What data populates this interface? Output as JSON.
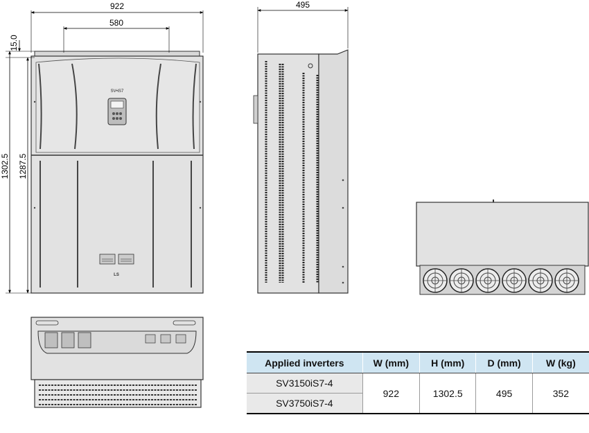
{
  "dimensions": {
    "front_width": "922",
    "mount_width": "580",
    "top_offset": "15.0",
    "total_height": "1302.5",
    "mount_height": "1287.5",
    "depth": "495"
  },
  "front_panel": {
    "model_label": "SV•iS7",
    "brand_logo": "LS"
  },
  "table": {
    "headers": [
      "Applied inverters",
      "W (mm)",
      "H (mm)",
      "D (mm)",
      "W (kg)"
    ],
    "models": [
      "SV3150iS7-4",
      "SV3750iS7-4"
    ],
    "values": {
      "width": "922",
      "height": "1302.5",
      "depth": "495",
      "weight": "352"
    }
  },
  "colors": {
    "panel_fill": "#e2e2e2",
    "outline": "#333333",
    "table_header": "#cfe5f2",
    "table_model_cell": "#e9e9e9"
  }
}
